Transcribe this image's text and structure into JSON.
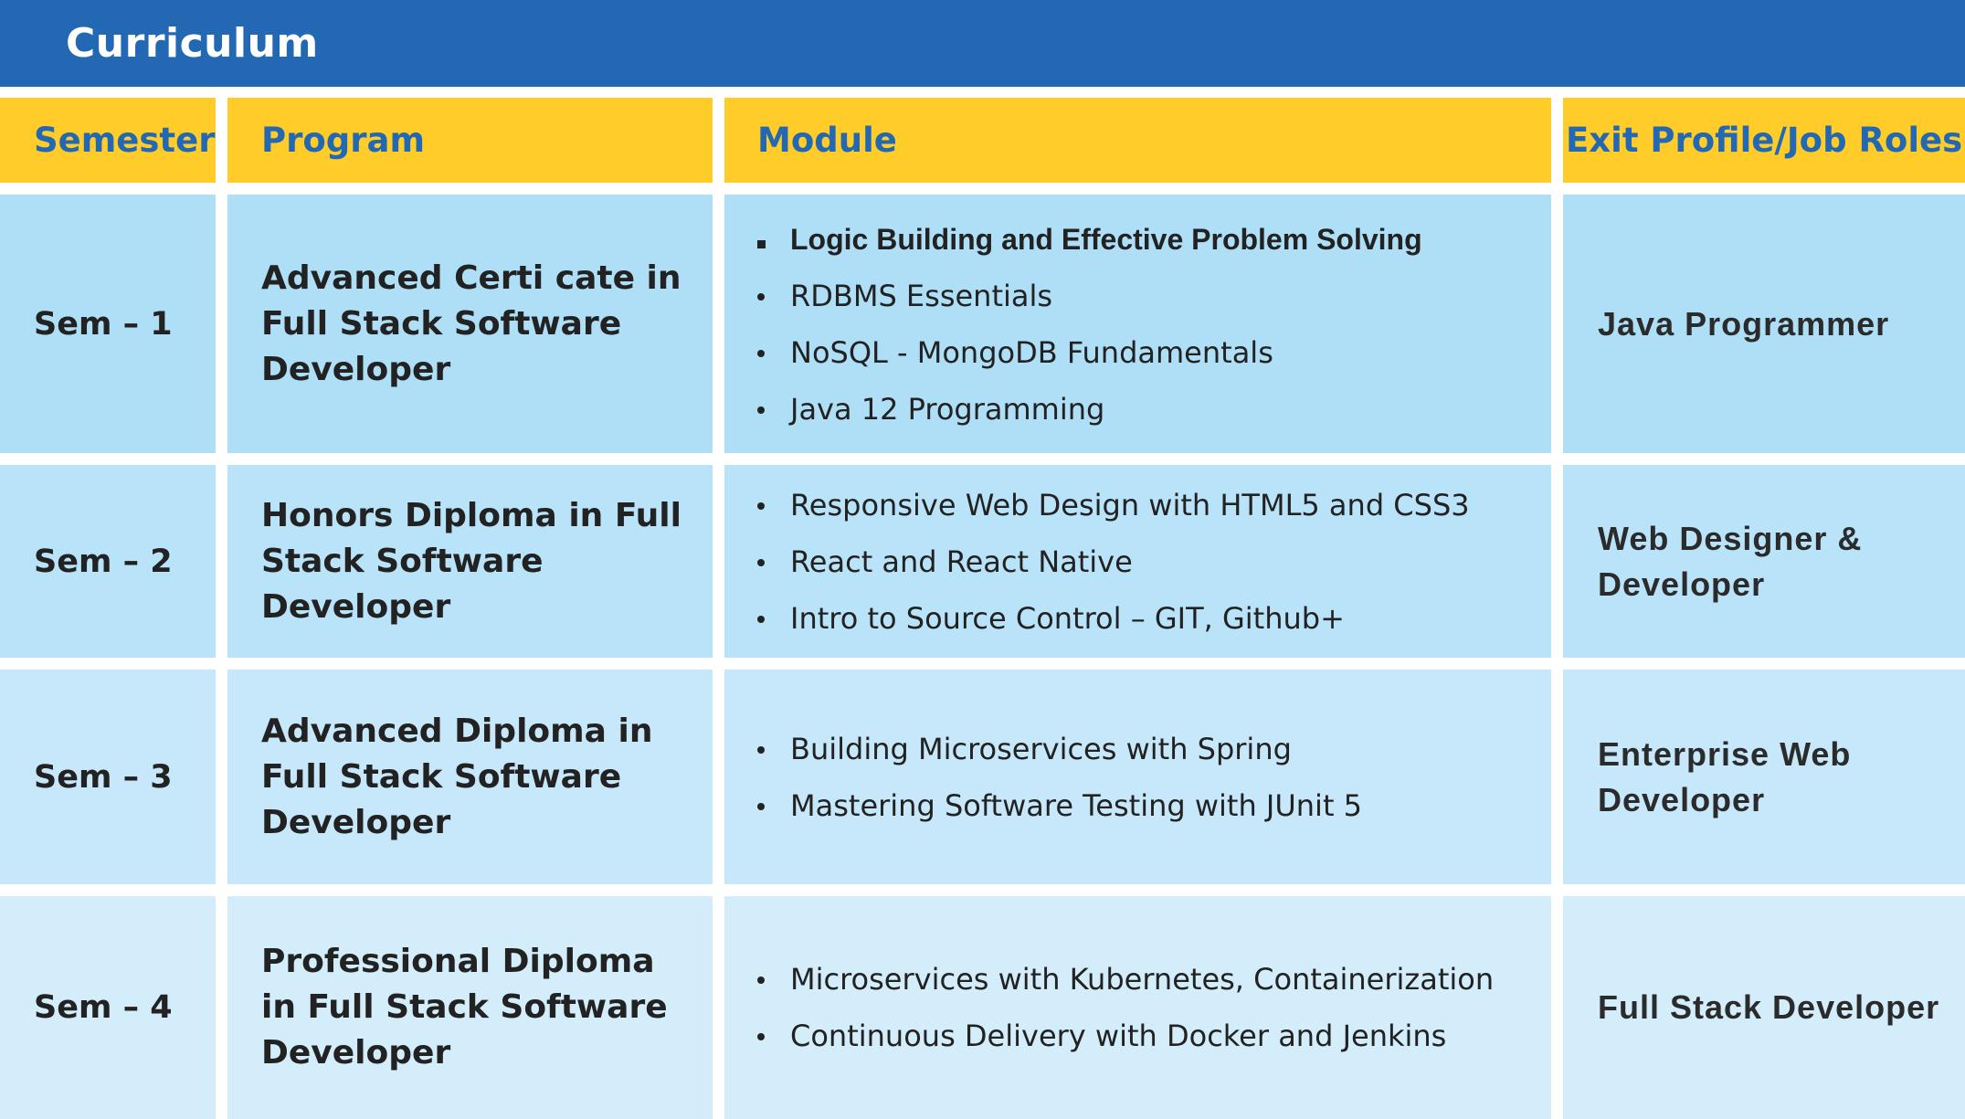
{
  "title": "Curriculum",
  "columns": {
    "semester": "Semester",
    "program": "Program",
    "module": "Module",
    "exit": "Exit Profile/Job Roles"
  },
  "rows": [
    {
      "semester": "Sem – 1",
      "program": "Advanced Certi  cate in Full Stack Software Developer",
      "modules": [
        "Logic Building and Effective Problem Solving",
        "RDBMS Essentials",
        "NoSQL - MongoDB Fundamentals",
        "Java 12 Programming"
      ],
      "exit_role": "Java Programmer"
    },
    {
      "semester": "Sem – 2",
      "program": "Honors Diploma in Full Stack Software Developer",
      "modules": [
        "Responsive Web Design with HTML5 and CSS3",
        "React and React Native",
        "Intro to Source Control – GIT, Github+"
      ],
      "exit_role": "Web Designer & Developer"
    },
    {
      "semester": "Sem – 3",
      "program": "Advanced Diploma in Full Stack Software Developer",
      "modules": [
        "Building Microservices with Spring",
        "Mastering Software Testing with JUnit 5"
      ],
      "exit_role": "Enterprise Web Developer"
    },
    {
      "semester": "Sem – 4",
      "program": "Professional Diploma in Full Stack Software Developer",
      "modules": [
        "Microservices with Kubernetes, Containerization",
        "Continuous Delivery with Docker and Jenkins"
      ],
      "exit_role": "Full Stack Developer"
    }
  ],
  "colors": {
    "header_blue": "#2368b2",
    "column_header_yellow": "#ffcc29",
    "row_1": "#aedff7",
    "row_2": "#b9e3f9",
    "row_3": "#c6e8fa",
    "row_4": "#d3edfb"
  }
}
